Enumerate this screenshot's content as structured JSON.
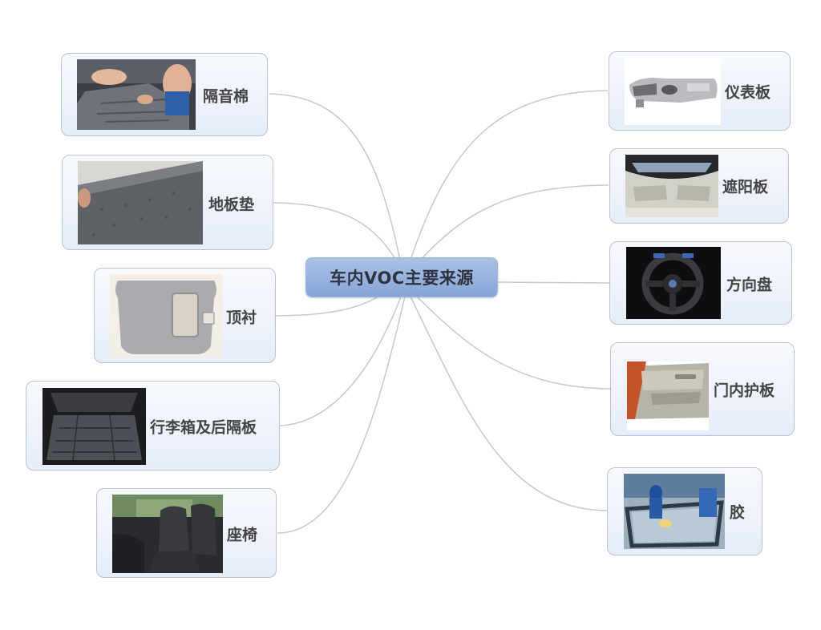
{
  "center": {
    "label": "车内VOC主要来源"
  },
  "left_branches": [
    {
      "label": "隔音棉",
      "image": "sound-insulation-photo"
    },
    {
      "label": "地板垫",
      "image": "floor-mat-photo"
    },
    {
      "label": "顶衬",
      "image": "headliner-photo"
    },
    {
      "label": "行李箱及后隔板",
      "image": "trunk-photo"
    },
    {
      "label": "座椅",
      "image": "seat-photo"
    }
  ],
  "right_branches": [
    {
      "label": "仪表板",
      "image": "dashboard-photo"
    },
    {
      "label": "遮阳板",
      "image": "sun-visor-photo"
    },
    {
      "label": "方向盘",
      "image": "steering-wheel-photo"
    },
    {
      "label": "门内护板",
      "image": "door-panel-photo"
    },
    {
      "label": "胶",
      "image": "adhesive-photo"
    }
  ],
  "colors": {
    "center_fill": "#93aedb",
    "node_fill": "#eef2fb",
    "node_border": "#b9c3d6",
    "connector": "#c8c8c8",
    "label_text": "#444444"
  }
}
